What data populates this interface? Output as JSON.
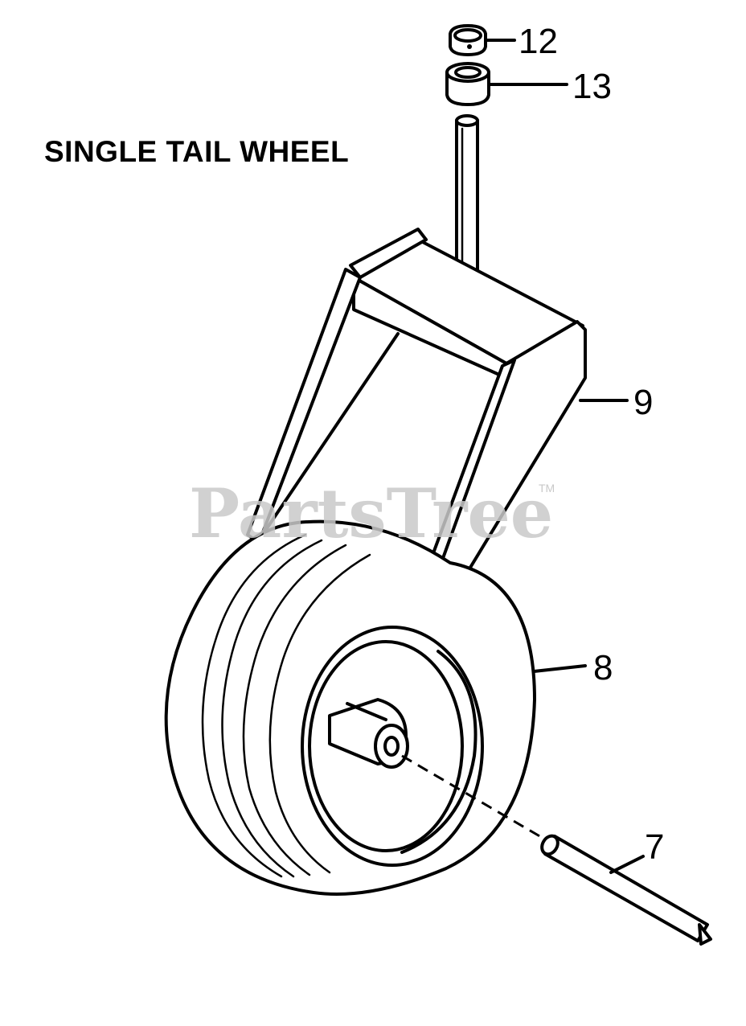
{
  "title": "SINGLE TAIL WHEEL",
  "watermark": "PartsTree",
  "trademark": "TM",
  "callouts": {
    "c12": "12",
    "c13": "13",
    "c9": "9",
    "c8": "8",
    "c7": "7"
  },
  "colors": {
    "line": "#000000",
    "background": "#ffffff",
    "watermark": "#c9c9c9"
  }
}
